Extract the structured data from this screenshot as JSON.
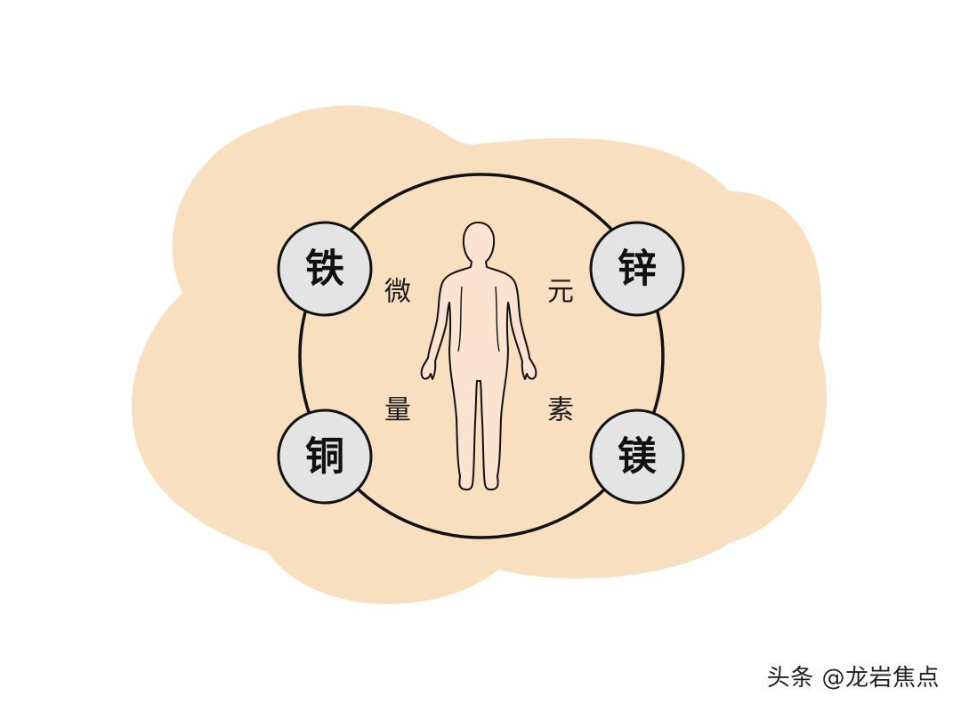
{
  "diagram": {
    "colors": {
      "cloud": "#f8dfc0",
      "ring": "#111111",
      "element_fill": "#e4e4e4",
      "body_fill": "#fbe3d1"
    },
    "elements": {
      "top_left": "铁",
      "top_right": "锌",
      "bottom_left": "铜",
      "bottom_right": "镁"
    },
    "side_text": {
      "left_top": "微",
      "left_bottom": "量",
      "right_top": "元",
      "right_bottom": "素"
    },
    "center_icon": "human-body-icon"
  },
  "watermark": "头条 @龙岩焦点"
}
